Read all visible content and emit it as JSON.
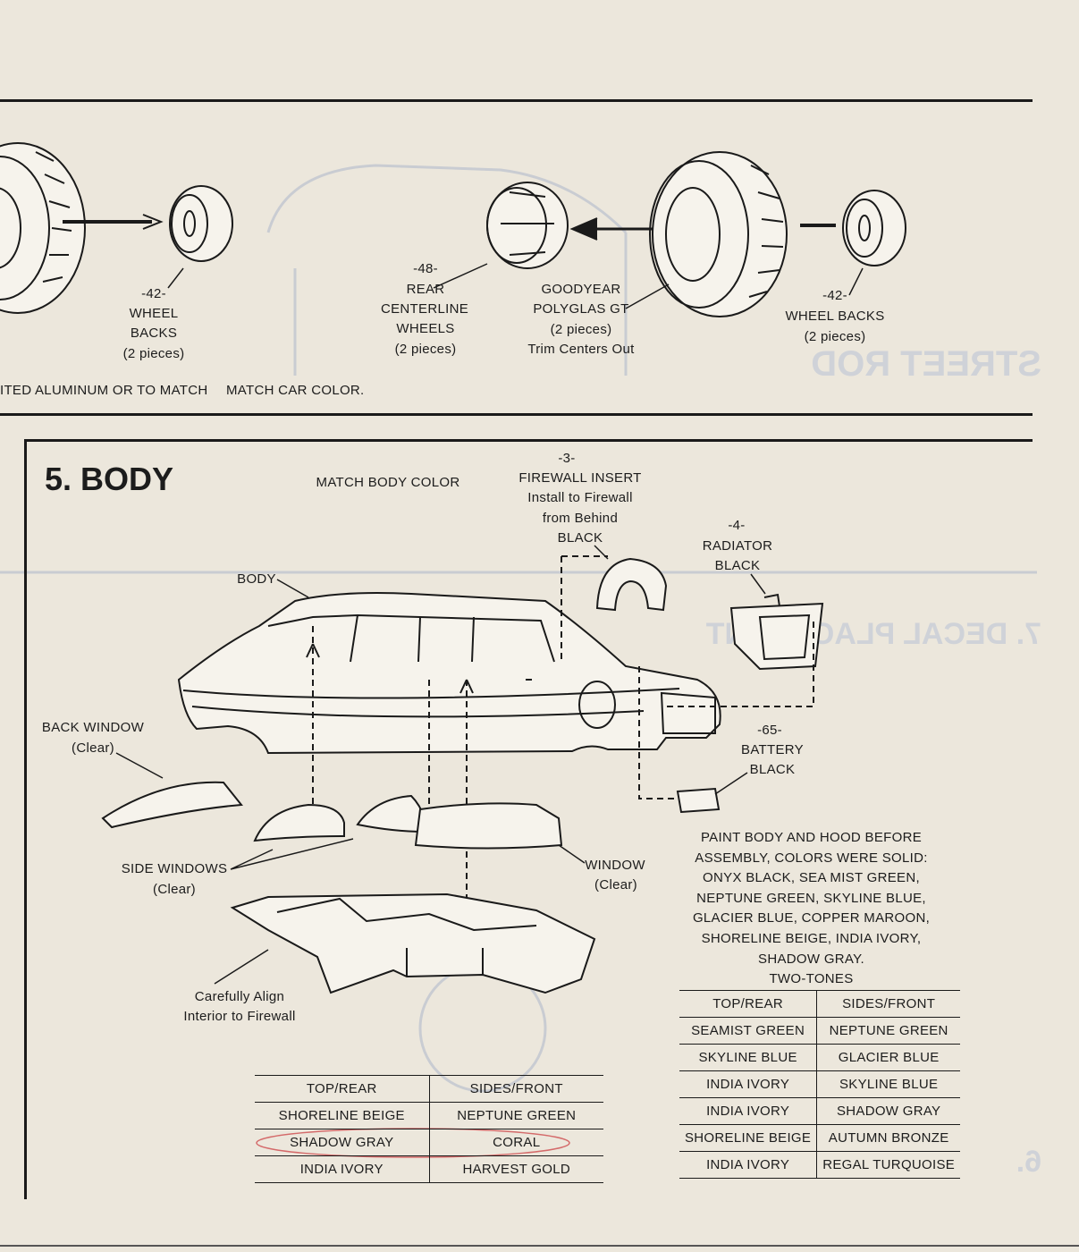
{
  "wheels": {
    "left_backs": {
      "part": "-42-",
      "name1": "WHEEL",
      "name2": "BACKS",
      "qty": "(2 pieces)"
    },
    "rear_centerline": {
      "part": "-48-",
      "name1": "REAR",
      "name2": "CENTERLINE",
      "name3": "WHEELS",
      "qty": "(2 pieces)"
    },
    "goodyear": {
      "name1": "GOODYEAR",
      "name2": "POLYGLAS GT",
      "qty": "(2 pieces)",
      "note": "Trim Centers Out"
    },
    "right_backs": {
      "part": "-42-",
      "name": "WHEEL BACKS",
      "qty": "(2 pieces)"
    },
    "footer_note_1": "ITED ALUMINUM OR TO MATCH",
    "footer_note_2": "MATCH CAR COLOR."
  },
  "body_section": {
    "title": "5. BODY",
    "match_color": "MATCH BODY COLOR",
    "firewall": {
      "part": "-3-",
      "line1": "FIREWALL INSERT",
      "line2": "Install to Firewall",
      "line3": "from Behind",
      "color": "BLACK"
    },
    "radiator": {
      "part": "-4-",
      "name": "RADIATOR",
      "color": "BLACK"
    },
    "body_label": "BODY",
    "back_window": {
      "name": "BACK WINDOW",
      "note": "(Clear)"
    },
    "battery": {
      "part": "-65-",
      "name": "BATTERY",
      "color": "BLACK"
    },
    "side_windows": {
      "name": "SIDE WINDOWS",
      "note": "(Clear)"
    },
    "window": {
      "name": "WINDOW",
      "note": "(Clear)"
    },
    "interior": {
      "line1": "Carefully Align",
      "line2": "Interior to Firewall"
    },
    "paint_note": [
      "PAINT BODY AND HOOD BEFORE",
      "ASSEMBLY, COLORS WERE SOLID:",
      "ONYX BLACK, SEA MIST GREEN,",
      "NEPTUNE GREEN, SKYLINE BLUE,",
      "GLACIER BLUE, COPPER MAROON,",
      "SHORELINE BEIGE, INDIA IVORY,",
      "SHADOW GRAY."
    ],
    "two_tones_label": "TWO-TONES",
    "two_tone_table": {
      "headers": [
        "TOP/REAR",
        "SIDES/FRONT"
      ],
      "rows": [
        [
          "SEAMIST GREEN",
          "NEPTUNE GREEN"
        ],
        [
          "SKYLINE BLUE",
          "GLACIER BLUE"
        ],
        [
          "INDIA IVORY",
          "SKYLINE BLUE"
        ],
        [
          "INDIA IVORY",
          "SHADOW GRAY"
        ],
        [
          "SHORELINE BEIGE",
          "AUTUMN BRONZE"
        ],
        [
          "INDIA IVORY",
          "REGAL TURQUOISE"
        ]
      ]
    },
    "lower_table": {
      "headers": [
        "TOP/REAR",
        "SIDES/FRONT"
      ],
      "rows": [
        [
          "SHORELINE BEIGE",
          "NEPTUNE GREEN"
        ],
        [
          "SHADOW GRAY",
          "CORAL"
        ],
        [
          "INDIA IVORY",
          "HARVEST GOLD"
        ]
      ]
    }
  },
  "bleed_through": {
    "street_rod": "STREET ROD",
    "decal": "7. DECAL PLACEMENT",
    "number": "6."
  },
  "colors": {
    "paper": "#ece7dc",
    "ink": "#1a1a1a",
    "pen_circle": "#d46a6a",
    "bleed": "#cfd2d8"
  }
}
